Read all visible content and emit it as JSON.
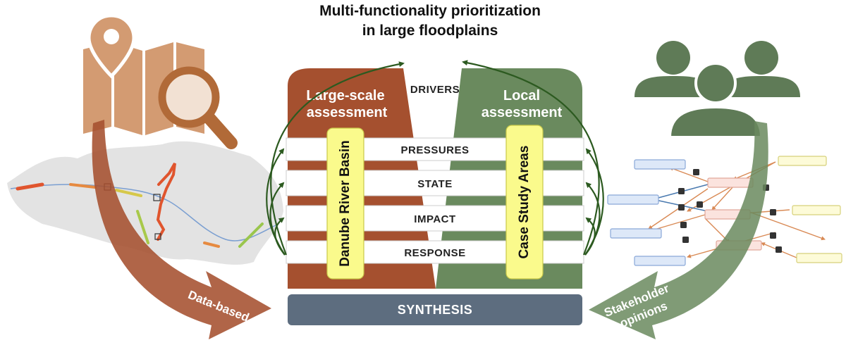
{
  "title": {
    "line1": "Multi-functionality prioritization",
    "line2": "in large floodplains"
  },
  "large_scale": {
    "line1": "Large-scale",
    "line2": "assessment"
  },
  "local": {
    "line1": "Local",
    "line2": "assessment"
  },
  "drivers": "DRIVERS",
  "bands": [
    "PRESSURES",
    "STATE",
    "IMPACT",
    "RESPONSE"
  ],
  "danube_label": "Danube River Basin",
  "case_label": "Case Study Areas",
  "synthesis": "SYNTHESIS",
  "left_arrow": "Data-based",
  "right_arrow": {
    "line1": "Stakeholder",
    "line2": "opinions"
  },
  "colors": {
    "brown": "#a5502f",
    "green": "#6a8a5e",
    "map_icon": "#d39b72",
    "people_icon": "#5f7b57",
    "synthesis": "#5d6d7f",
    "yellow_box": "#fafa8c",
    "curve_arrows": "#2c5a20"
  },
  "icons": [
    "map-pin-icon",
    "folded-map-icon",
    "magnifier-icon",
    "people-group-icon"
  ]
}
